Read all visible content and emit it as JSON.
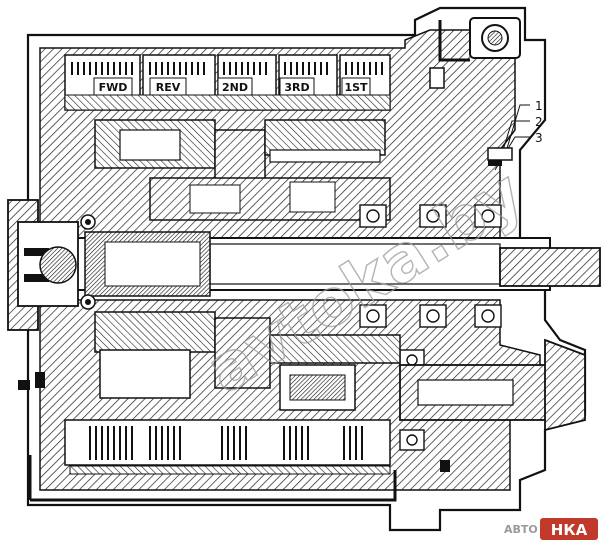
{
  "clutch_labels": [
    "FWD",
    "REV",
    "2ND",
    "3RD",
    "1ST"
  ],
  "callouts": [
    "1",
    "2",
    "3"
  ],
  "watermark": "avtoka.by",
  "logo": {
    "prefix": "АВТО",
    "badge": "НКА"
  },
  "colors": {
    "ink": "#111111",
    "paper": "#ffffff",
    "shade": "#9a9a9a",
    "logo_red": "#c0392b"
  }
}
